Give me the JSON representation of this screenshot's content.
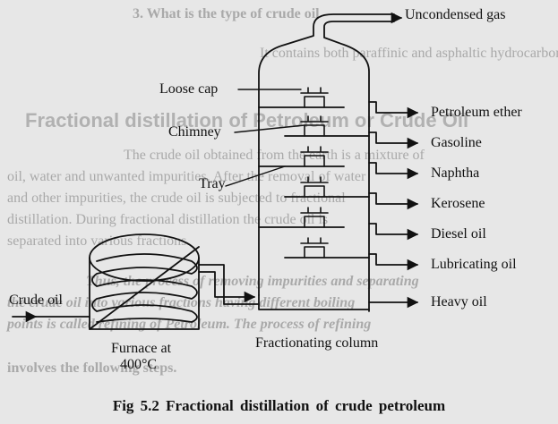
{
  "background_text": [
    {
      "id": "bg1",
      "text": "3. What is the type of crude oil",
      "cls": "bold"
    },
    {
      "id": "bg2",
      "text": "It contains both paraffinic and asphaltic hydrocarbons",
      "cls": ""
    },
    {
      "id": "bg3",
      "text": "Fractional distillation of Petroleum or Crude Oil",
      "cls": "heading"
    },
    {
      "id": "bg4",
      "text": "The crude oil obtained from the earth is a mixture of",
      "cls": ""
    },
    {
      "id": "bg5",
      "text": "oil, water and unwanted impurities. After the removal of water",
      "cls": ""
    },
    {
      "id": "bg6",
      "text": "and other impurities, the crude oil is subjected to fractional",
      "cls": ""
    },
    {
      "id": "bg7",
      "text": "distillation. During fractional distillation the crude oil is",
      "cls": ""
    },
    {
      "id": "bg8",
      "text": "separated into various fractions.",
      "cls": ""
    },
    {
      "id": "bg9",
      "text": "Thus, the process of removing impurities and separating",
      "cls": "italic"
    },
    {
      "id": "bg10",
      "text": "the crude oil into various fractions having different boiling",
      "cls": "italic"
    },
    {
      "id": "bg11",
      "text": "points is called refining of Petroleum. The process of refining",
      "cls": "italic"
    },
    {
      "id": "bg12",
      "text": "involves the following steps.",
      "cls": ""
    }
  ],
  "labels": {
    "uncondensed_gas": "Uncondensed gas",
    "loose_cap": "Loose cap",
    "chimney": "Chimney",
    "tray": "Tray",
    "crude_oil": "Crude oil",
    "furnace_line1": "Furnace at",
    "furnace_line2": "400°C",
    "fractionating_column": "Fractionating column",
    "petroleum_ether": "Petroleum ether",
    "gasoline": "Gasoline",
    "naphtha": "Naphtha",
    "kerosene": "Kerosene",
    "diesel_oil": "Diesel oil",
    "lubricating_oil": "Lubricating oil",
    "heavy_oil": "Heavy oil"
  },
  "caption": "Fig 5.2 Fractional distillation of crude petroleum"
}
